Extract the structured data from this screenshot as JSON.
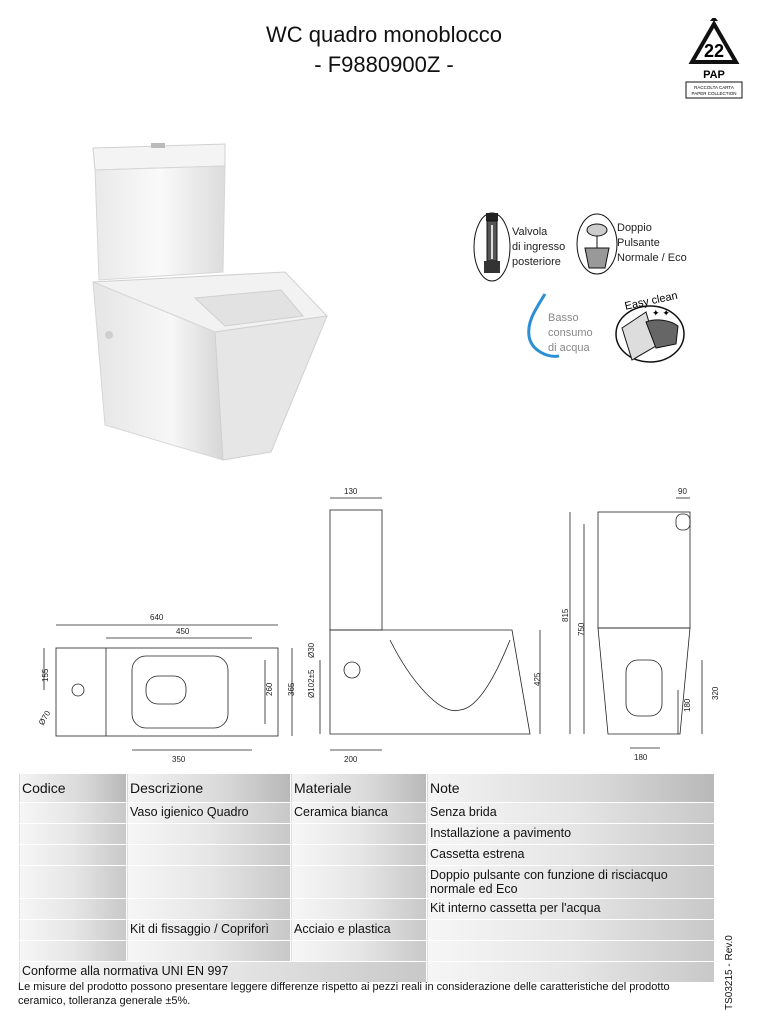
{
  "header": {
    "title": "WC quadro monoblocco",
    "code": "- F9880900Z -",
    "recycle": {
      "number": "22",
      "label": "PAP",
      "sub1": "RACCOLTA CARTA",
      "sub2": "PAPER COLLECTION"
    }
  },
  "features": {
    "valve": [
      "Valvola",
      "di ingresso",
      "posteriore"
    ],
    "button": [
      "Doppio",
      "Pulsante",
      "Normale / Eco"
    ],
    "water": [
      "Basso",
      "consumo",
      "di acqua"
    ],
    "easy_clean": "Easy clean"
  },
  "dimensions": {
    "top_view": [
      "640",
      "450",
      "155",
      "Ø70",
      "260",
      "365",
      "350"
    ],
    "side_view": [
      "130",
      "Ø30",
      "Ø102±5",
      "425",
      "200"
    ],
    "front_view": [
      "90",
      "815",
      "750",
      "320",
      "180",
      "180"
    ]
  },
  "table": {
    "headers": [
      "Codice",
      "Descrizione",
      "Materiale",
      "Note"
    ],
    "rows": [
      [
        "",
        "Vaso igienico Quadro",
        "Ceramica bianca",
        "Senza brida"
      ],
      [
        "",
        "",
        "",
        "Installazione a pavimento"
      ],
      [
        "",
        "",
        "",
        "Cassetta estrena"
      ],
      [
        "",
        "",
        "",
        "Doppio pulsante con funzione di risciacquo normale ed Eco"
      ],
      [
        "",
        "",
        "",
        "Kit interno cassetta per l'acqua"
      ],
      [
        "",
        "Kit di fissaggio / Copriforì",
        "Acciaio e plastica",
        ""
      ],
      [
        "",
        "",
        "",
        ""
      ]
    ],
    "conformity": "Conforme alla normativa  UNI EN 997"
  },
  "footer": {
    "note": "Le misure del prodotto possono presentare leggere differenze rispetto ai pezzi reali in considerazione delle caratteristiche del prodotto ceramico, tolleranza generale ±5%.",
    "revision": "TS03215 - Rev.0"
  },
  "colors": {
    "accent_blue": "#2b8fd6",
    "line": "#222222"
  }
}
